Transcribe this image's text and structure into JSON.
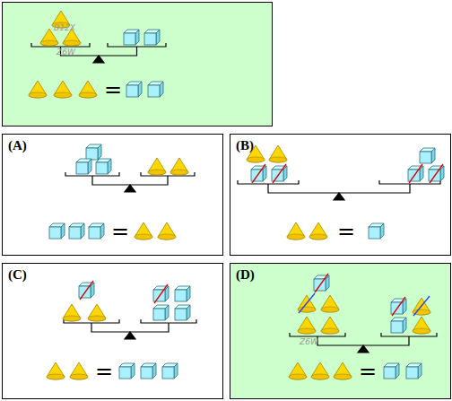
{
  "diagram": {
    "nodes": [
      {
        "text": [
          "(A)"
        ]
      },
      {
        "text": [
          "(B)"
        ]
      },
      {
        "text": [
          "(C)"
        ]
      },
      {
        "text": [
          "(D)"
        ]
      }
    ],
    "labels": [
      "B12X",
      "Z6W",
      "=",
      "=",
      "=",
      "=",
      "=",
      "Z6W"
    ]
  }
}
